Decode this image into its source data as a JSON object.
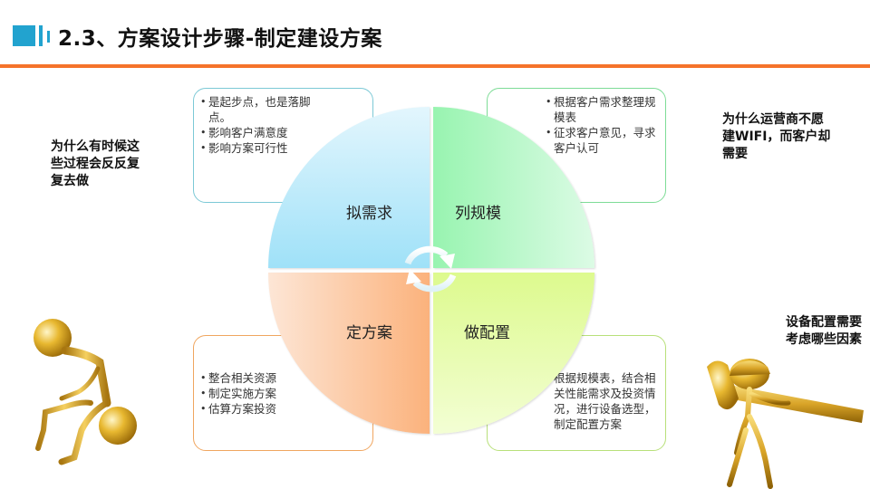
{
  "header": {
    "title": "2.3、方案设计步骤-制定建设方案",
    "accent_color": "#22a3cf",
    "rule_color": "#f5732a"
  },
  "cycle_diagram": {
    "quadrants": [
      {
        "position": "top-left",
        "label": "拟需求",
        "color": "#9fe1f8"
      },
      {
        "position": "top-right",
        "label": "列规模",
        "color": "#98f4b0"
      },
      {
        "position": "bottom-left",
        "label": "定方案",
        "color": "#fbb27c"
      },
      {
        "position": "bottom-right",
        "label": "做配置",
        "color": "#ddfa8e"
      }
    ],
    "center_icon": "cycle-arrows-icon"
  },
  "boxes": {
    "top_left": {
      "bullets": [
        "是起步点，也是落脚点。",
        "影响客户满意度",
        "影响方案可行性"
      ]
    },
    "top_right": {
      "bullets": [
        "根据客户需求整理规模表",
        "征求客户意见，寻求客户认可"
      ]
    },
    "bottom_left": {
      "bullets": [
        "整合相关资源",
        "制定实施方案",
        "估算方案投资"
      ]
    },
    "bottom_right": {
      "bullets": [
        "根据规模表，结合相关性能需求及投资情况，进行设备选型，制定配置方案"
      ]
    }
  },
  "notes": {
    "left": "为什么有时候这些过程会反反复复去做",
    "right": "为什么运营商不愿建WIFI，而客户却需要",
    "bottom_right": "设备配置需要考虑哪些因素"
  },
  "figures": {
    "left": "thinking-gold-figure",
    "right": "hammer-gold-figure"
  }
}
